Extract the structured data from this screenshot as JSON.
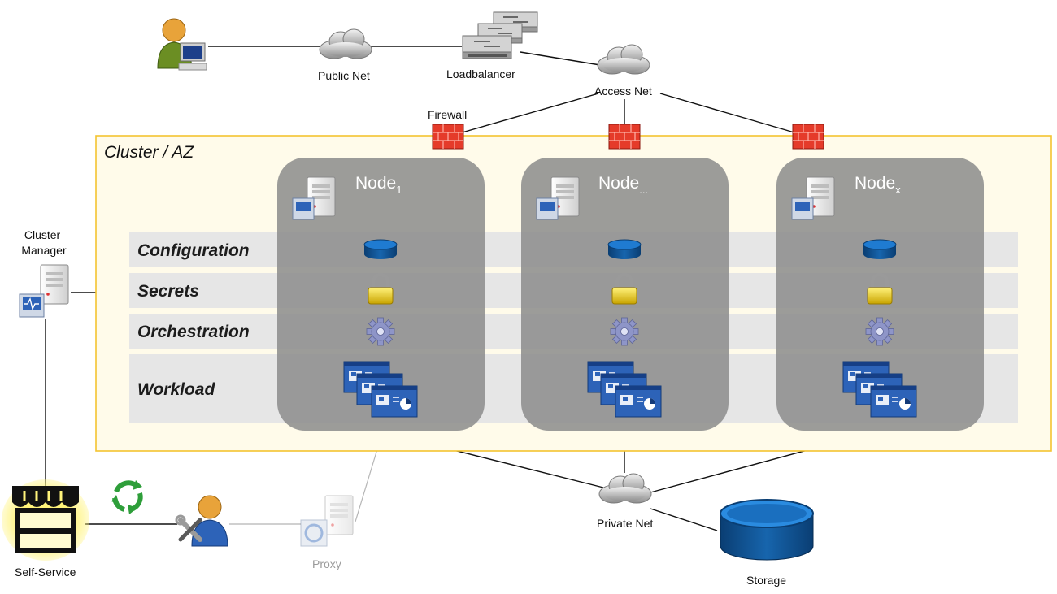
{
  "labels": {
    "public_net": "Public Net",
    "loadbalancer": "Loadbalancer",
    "access_net": "Access Net",
    "firewall": "Firewall",
    "cluster_title": "Cluster / AZ",
    "cluster_manager_line1": "Cluster",
    "cluster_manager_line2": "Manager",
    "private_net": "Private Net",
    "storage": "Storage",
    "self_service": "Self-Service",
    "proxy": "Proxy"
  },
  "nodes": [
    {
      "title": "Node",
      "subscript": "1"
    },
    {
      "title": "Node",
      "subscript": "..."
    },
    {
      "title": "Node",
      "subscript": "x"
    }
  ],
  "rows": [
    {
      "label": "Configuration",
      "icon": "database-icon"
    },
    {
      "label": "Secrets",
      "icon": "lock-icon"
    },
    {
      "label": "Orchestration",
      "icon": "gear-icon"
    },
    {
      "label": "Workload",
      "icon": "windows-stack-icon"
    }
  ],
  "colors": {
    "cluster_border": "#f4c430",
    "cluster_fill": "#fffbea",
    "row_band": "#e6e6e6",
    "node_fill": "#8c8c8c",
    "firewall": "#e53b2a",
    "db_blue": "#0c4f8c",
    "self_service_glow": "#fff37a"
  }
}
